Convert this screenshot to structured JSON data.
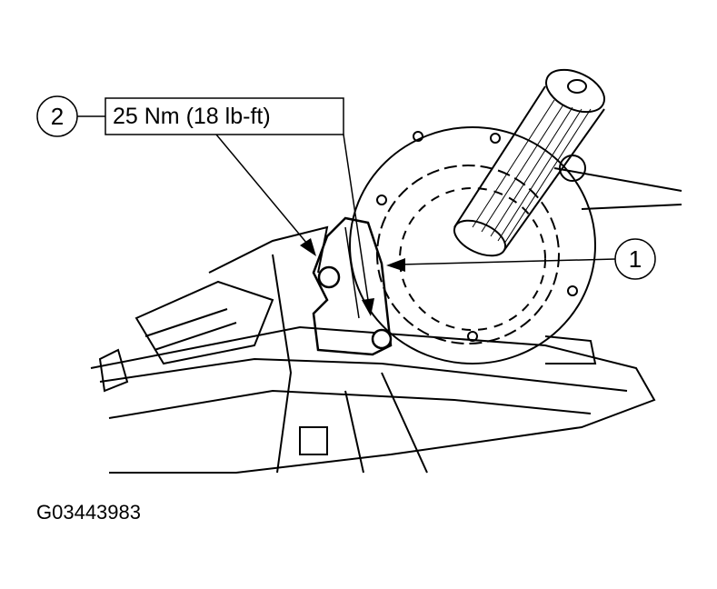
{
  "callouts": {
    "item_1": "1",
    "item_2": "2",
    "torque_spec": "25 Nm (18 lb-ft)"
  },
  "figure_id": "G03443983"
}
